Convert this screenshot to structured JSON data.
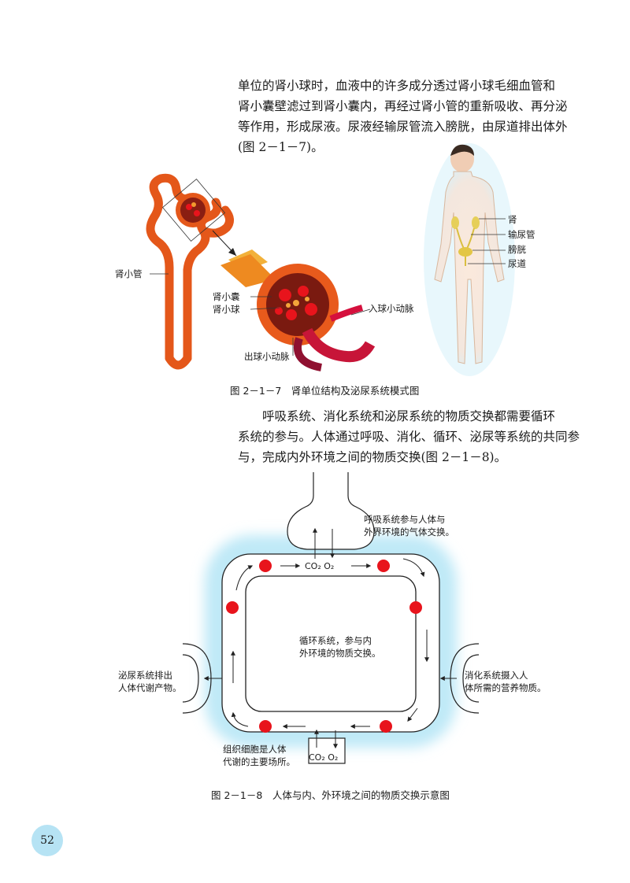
{
  "paragraph1": {
    "lines": [
      "单位的肾小球时，血液中的许多成分透过肾小球毛细血管和",
      "肾小囊壁滤过到肾小囊内，再经过肾小管的重新吸收、再分泌",
      "等作用，形成尿液。尿液经输尿管流入膀胱，由尿道排出体外",
      "(图 2－1－7)。"
    ]
  },
  "figure1": {
    "caption": "图 2－1－7　肾单位结构及泌尿系统模式图",
    "labels": {
      "tubule": "肾小管",
      "capsule": "肾小囊",
      "glomerulus": "肾小球",
      "afferent": "入球小动脉",
      "efferent": "出球小动脉",
      "kidney": "肾",
      "ureter": "输尿管",
      "bladder": "膀胱",
      "urethra": "尿道"
    }
  },
  "paragraph2": {
    "lines": [
      "呼吸系统、消化系统和泌尿系统的物质交换都需要循环",
      "系统的参与。人体通过呼吸、消化、循环、泌尿等系统的共同参",
      "与，完成内外环境之间的物质交换(图 2－1－8)。"
    ]
  },
  "figure2": {
    "caption": "图 2－1－8　人体与内、外环境之间的物质交换示意图",
    "respiratory": [
      "呼吸系统参与人体与",
      "外界环境的气体交换。"
    ],
    "circulatory": [
      "循环系统，参与内",
      "外环境的物质交换。"
    ],
    "urinary": [
      "泌尿系统排出",
      "人体代谢产物。"
    ],
    "digestive": [
      "消化系统摄入人",
      "体所需的营养物质。"
    ],
    "tissue": [
      "组织细胞是人体",
      "代谢的主要场所。"
    ],
    "gas_top": "CO₂  O₂",
    "gas_bottom": "CO₂  O₂"
  },
  "page_number": "52",
  "colors": {
    "blood_cell": "#e8141c",
    "vessel_glow": "#bfe9f7",
    "page_badge": "#b6e3f4"
  }
}
